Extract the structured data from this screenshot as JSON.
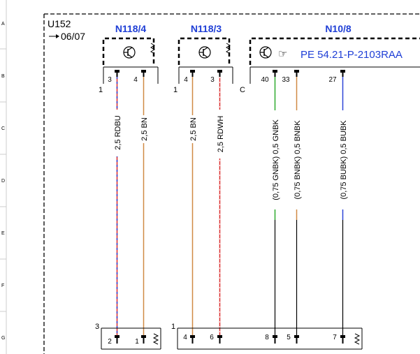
{
  "grid_rows": [
    "A",
    "B",
    "C",
    "D",
    "E",
    "F",
    "G"
  ],
  "harness": {
    "id": "U152",
    "date": "06/07"
  },
  "components": [
    {
      "id": "N118/4",
      "pins": [
        "3",
        "4"
      ]
    },
    {
      "id": "N118/3",
      "pins": [
        "4",
        "3"
      ]
    },
    {
      "id": "N10/8",
      "pins": [
        "40",
        "33",
        "27"
      ],
      "reference": "PE 54.21-P-2103RAA"
    }
  ],
  "connector_labels": {
    "c1": "1",
    "c2": "1",
    "c3": "C",
    "c4": "3",
    "c5": "1"
  },
  "wires": [
    {
      "label": "2,5 RDBU",
      "color": "#d92a2a",
      "stripe": "#2f45d8",
      "bottom_pin": "2"
    },
    {
      "label": "2,5 BN",
      "color": "#d08a45",
      "bottom_pin": "1"
    },
    {
      "label": "2,5 BN",
      "color": "#d08a45",
      "bottom_pin": "4"
    },
    {
      "label": "2,5 RDWH",
      "color": "#d92a2a",
      "stripe": "#ffffff",
      "bottom_pin": "6"
    },
    {
      "label": "(0,75 GNBK) 0,5 GNBK",
      "color": "#2eaa2e",
      "lower_color": "#000000",
      "bottom_pin": "8"
    },
    {
      "label": "(0,75 BNBK) 0,5 BNBK",
      "color": "#d08a45",
      "lower_color": "#000000",
      "bottom_pin": "5"
    },
    {
      "label": "(0,75 BUBK) 0,5 BUBK",
      "color": "#2f45d8",
      "lower_color": "#000000",
      "bottom_pin": "7"
    }
  ],
  "colors": {
    "component_label": "#1f3fd6",
    "line": "#000000"
  }
}
